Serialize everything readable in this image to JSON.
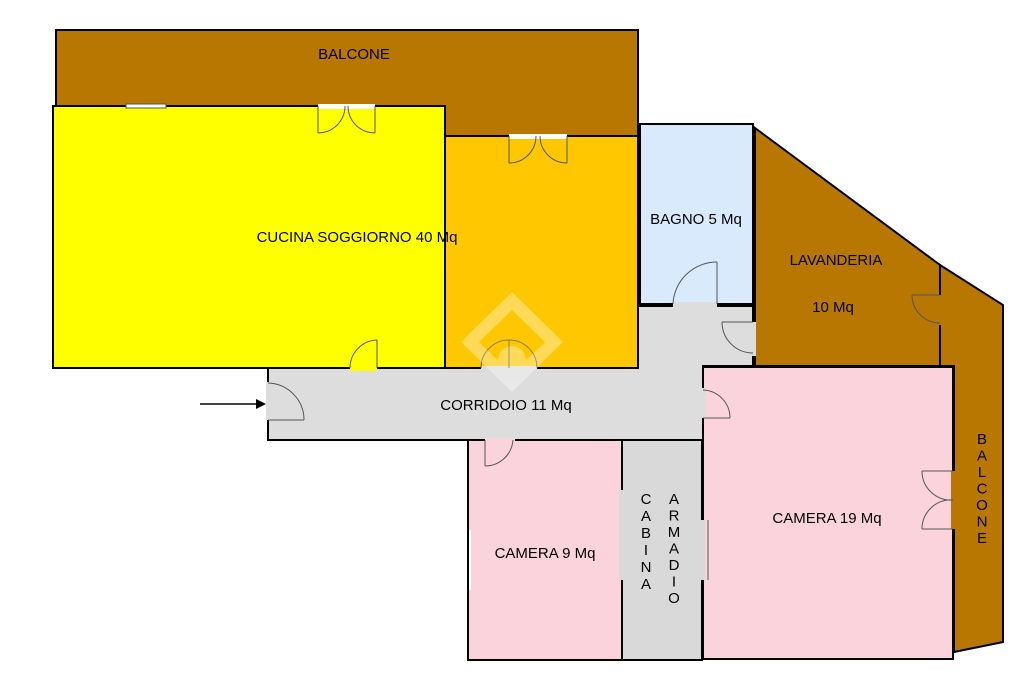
{
  "colors": {
    "balcony": "#b87700",
    "kitchen_yellow": "#ffff00",
    "living_orange": "#ffc700",
    "bathroom": "#d8eafb",
    "laundry": "#b87700",
    "corridor": "#dddddd",
    "bedroom": "#fbd3dd",
    "closet": "#d9d9d9",
    "wall": "#000000"
  },
  "rooms": {
    "balcone_top": {
      "label": "BALCONE"
    },
    "cucina_soggiorno": {
      "label": "CUCINA SOGGIORNO 40 Mq"
    },
    "bagno": {
      "label": "BAGNO 5 Mq"
    },
    "lavanderia": {
      "label_line1": "LAVANDERIA",
      "label_line2": "10 Mq"
    },
    "corridoio": {
      "label": "CORRIDOIO 11 Mq"
    },
    "camera_small": {
      "label": "CAMERA 9 Mq"
    },
    "cabina_armadio": {
      "word1": "CABINA",
      "word2": "ARMADIO"
    },
    "camera_large": {
      "label": "CAMERA 19 Mq"
    },
    "balcone_right": {
      "label": "BALCONE"
    }
  },
  "entrance_arrow_icon": "arrow-right-icon",
  "watermark_icon": "house-logo-icon"
}
